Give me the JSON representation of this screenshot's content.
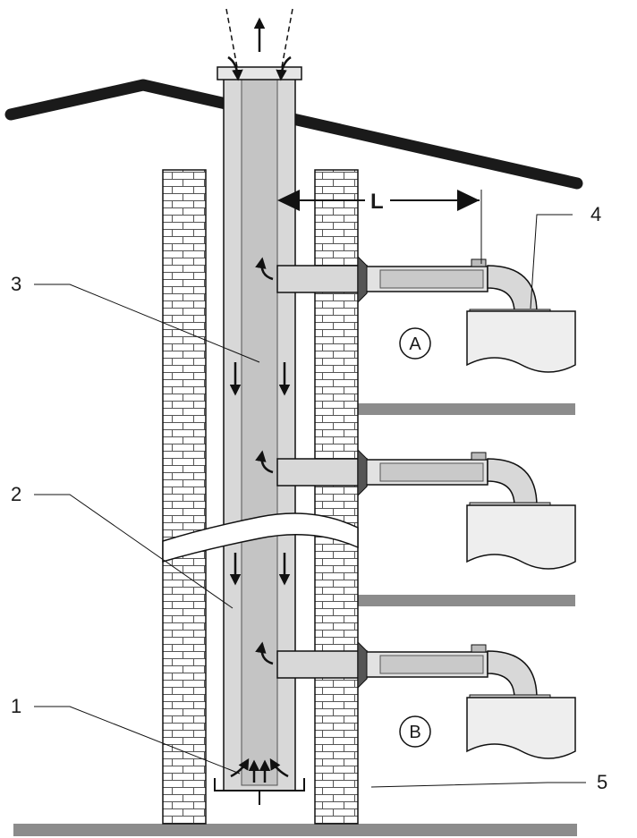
{
  "labels": {
    "callout_1": "1",
    "callout_2": "2",
    "callout_3": "3",
    "callout_4": "4",
    "callout_5": "5",
    "dimension_L": "L",
    "position_A": "A",
    "position_B": "B"
  },
  "colors": {
    "pipe_fill": "#d8d8d8",
    "pipe_inner": "#c4c4c4",
    "floor_slab": "#8c8c8c",
    "outline": "#111111",
    "brick_fill": "#ffffff",
    "appliance_fill": "#eeeeee"
  }
}
